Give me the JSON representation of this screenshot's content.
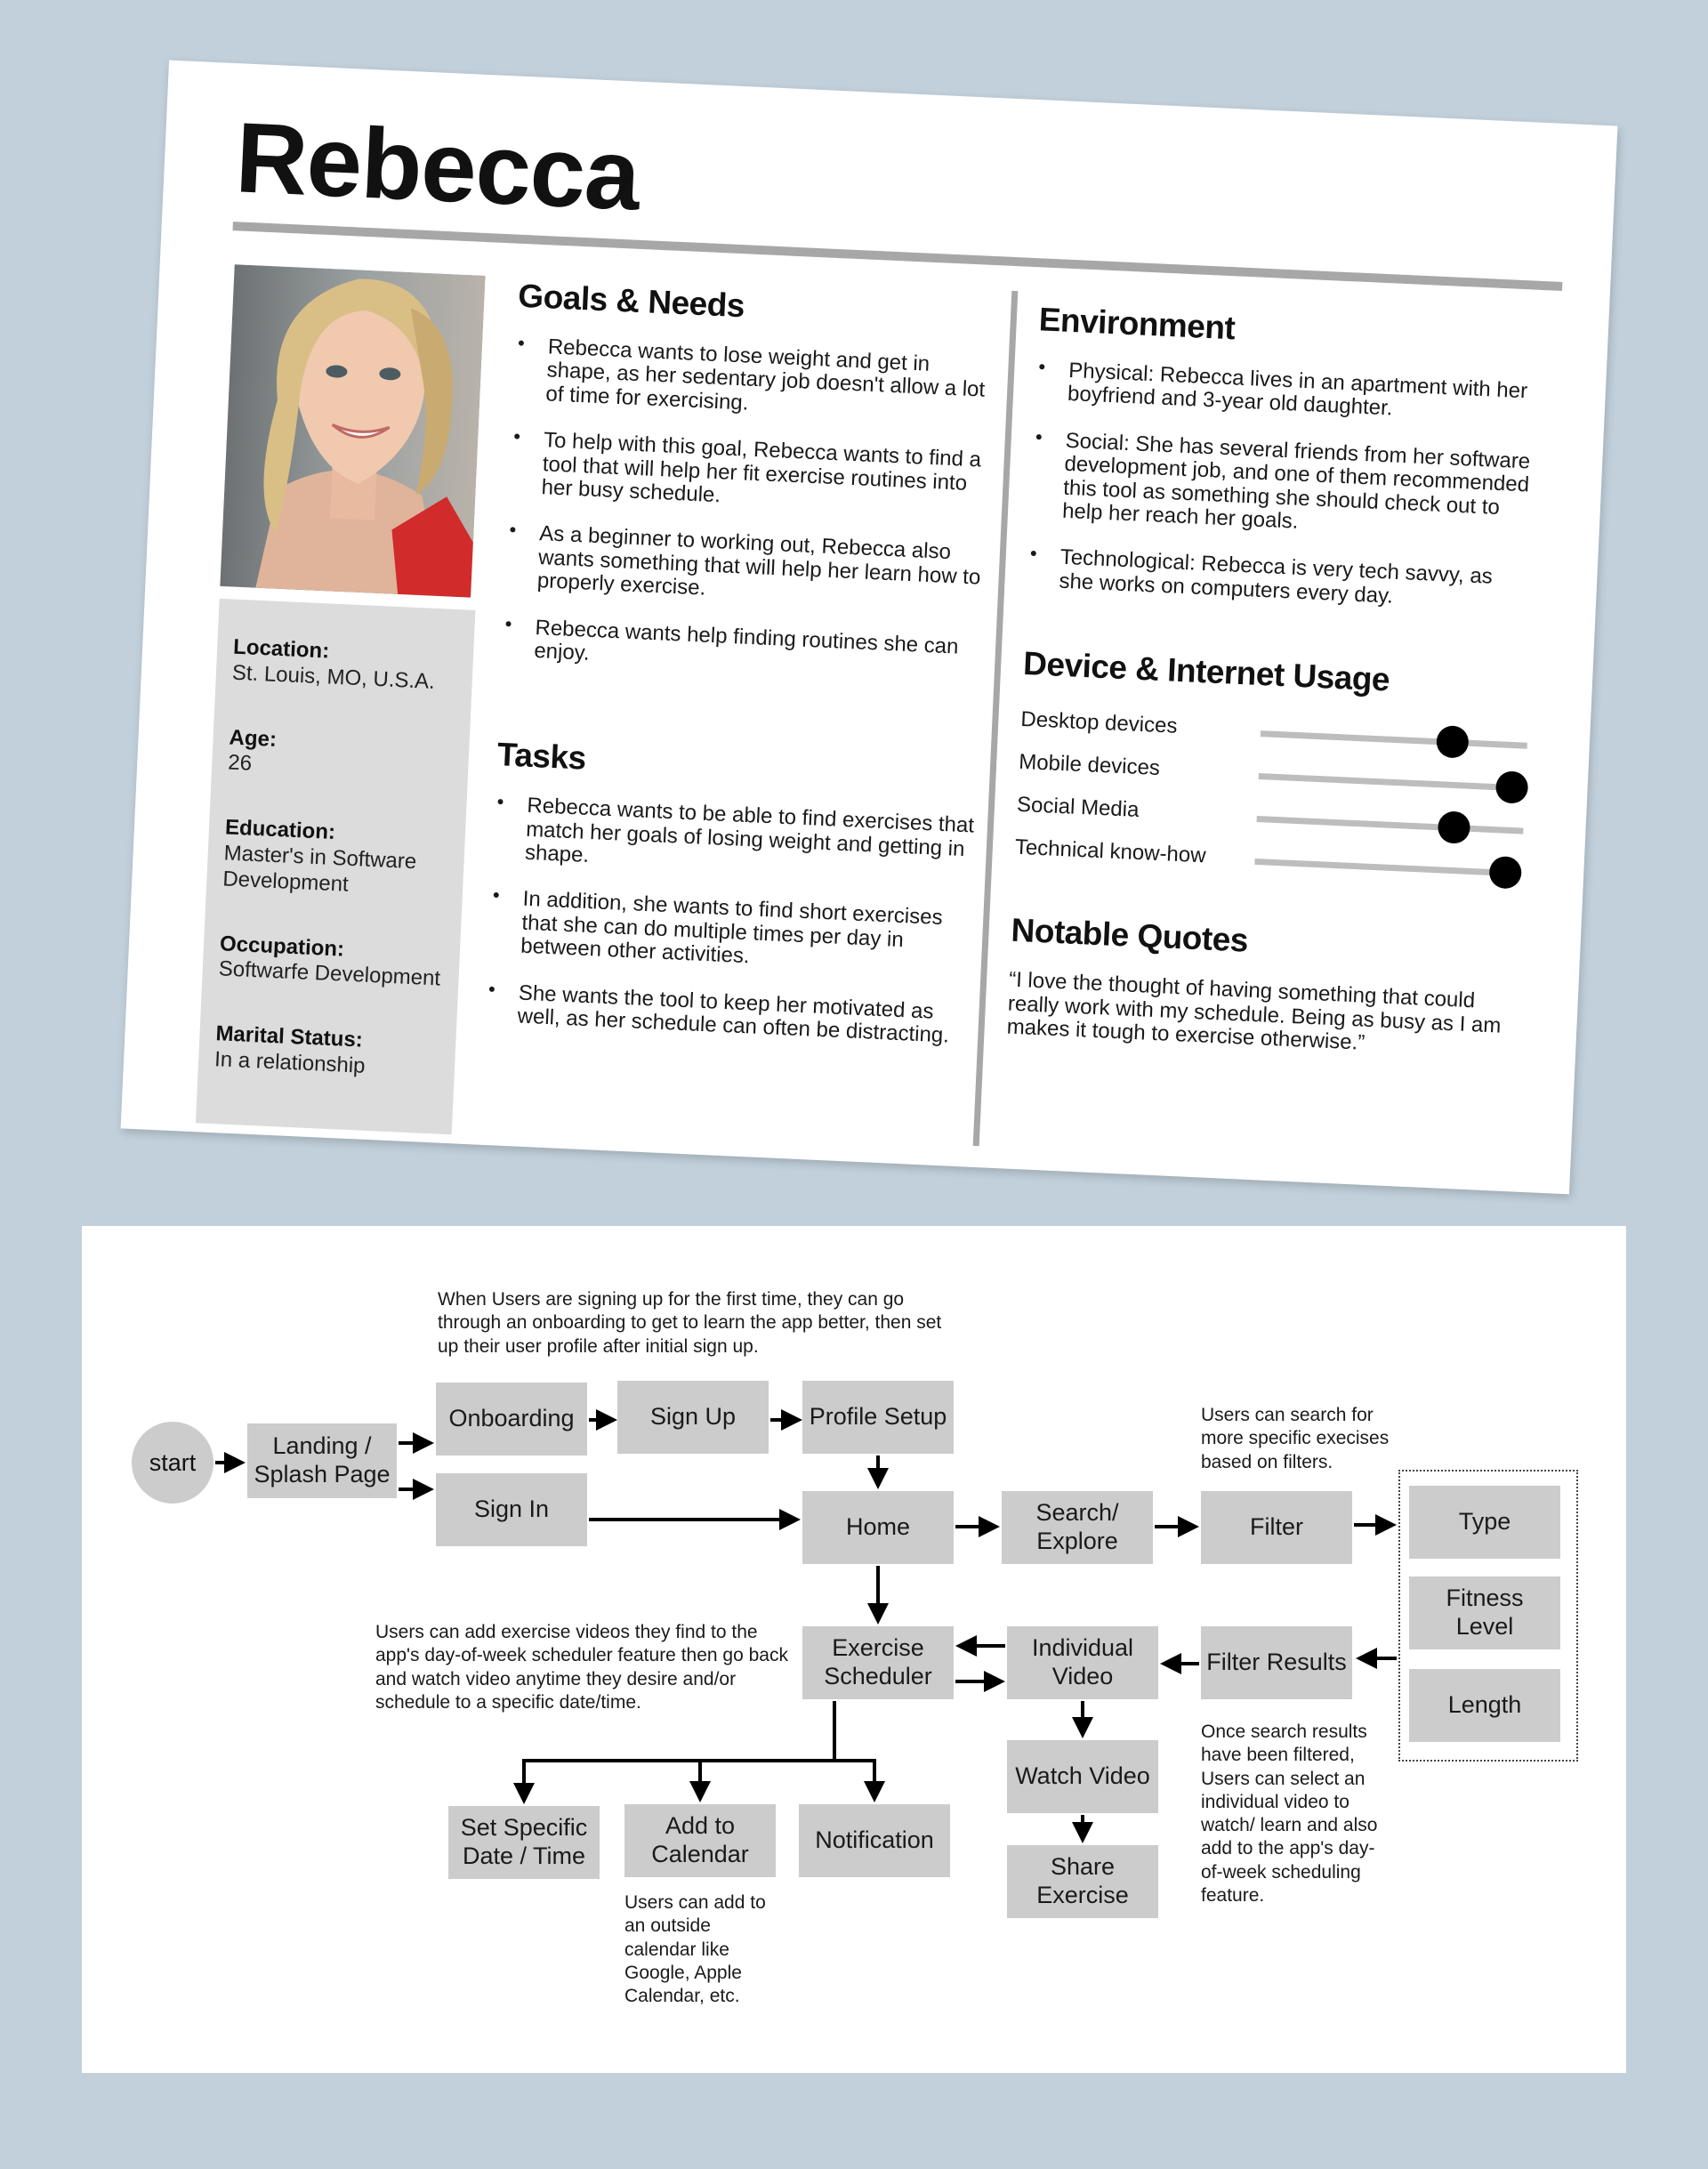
{
  "persona": {
    "name": "Rebecca",
    "info": [
      {
        "label": "Location:",
        "value": "St. Louis, MO, U.S.A."
      },
      {
        "label": "Age:",
        "value": "26"
      },
      {
        "label": "Education:",
        "value": "Master's in Software Development"
      },
      {
        "label": "Occupation:",
        "value": "Softwarfe Development"
      },
      {
        "label": "Marital Status:",
        "value": "In a relationship"
      }
    ],
    "goals": {
      "title": "Goals & Needs",
      "items": [
        "Rebecca wants to lose weight and get in shape, as her sedentary job doesn't allow a lot of time for exercising.",
        "To help with this goal, Rebecca wants to find a tool that will help her fit exercise routines into her busy schedule.",
        "As a beginner to working out, Rebecca also wants something that will help her learn how to properly exercise.",
        "Rebecca wants help finding routines she can enjoy."
      ]
    },
    "tasks": {
      "title": "Tasks",
      "items": [
        "Rebecca wants to be able to find exercises that match her goals of losing weight and getting in shape.",
        "In addition, she wants to find short exercises that she can do multiple times per day in between other activities.",
        "She wants the tool to keep her motivated as well, as her schedule can often be distracting."
      ]
    },
    "environment": {
      "title": "Environment",
      "items": [
        "Physical: Rebecca lives in an apartment with her boyfriend and 3-year old daughter.",
        "Social: She has several friends from her software development job, and one of them recommended this tool as something she should check out to help her reach her goals.",
        "Technological: Rebecca is very tech savvy, as she works on computers every day."
      ]
    },
    "device_usage": {
      "title": "Device & Internet Usage",
      "items": [
        {
          "label": "Desktop devices",
          "level": 0.72
        },
        {
          "label": "Mobile devices",
          "level": 0.95
        },
        {
          "label": "Social Media",
          "level": 0.74
        },
        {
          "label": "Technical know-how",
          "level": 0.94
        }
      ]
    },
    "quotes": {
      "title": "Notable Quotes",
      "text": "“I love the thought of having something that could really work with my schedule. Being as busy as I am makes it tough to exercise otherwise.”"
    }
  },
  "flow": {
    "nodes": {
      "start": "start",
      "landing": "Landing / Splash Page",
      "onboarding": "Onboarding",
      "signup": "Sign Up",
      "profile": "Profile Setup",
      "signin": "Sign In",
      "home": "Home",
      "search": "Search/ Explore",
      "filter": "Filter",
      "type": "Type",
      "fitness": "Fitness Level",
      "length": "Length",
      "filter_results": "Filter Results",
      "individual": "Individual Video",
      "scheduler": "Exercise Scheduler",
      "watch": "Watch Video",
      "share": "Share Exercise",
      "set_date": "Set Specific Date / Time",
      "add_cal": "Add to Calendar",
      "notification": "Notification"
    },
    "notes": {
      "onboarding": "When Users are signing up for the first time, they can go through an onboarding to get to learn the app better, then set up their user profile after initial sign up.",
      "search": "Users can search for more specific execises based on filters.",
      "scheduler": "Users can add exercise videos they find to the app's day-of-week scheduler feature then go back and watch video anytime they desire and/or schedule to a specific date/time.",
      "calendar": "Users can add to an outside calendar like Google, Apple Calendar, etc.",
      "results": "Once search results have been filtered, Users can select an individual video to watch/ learn and also add to the app's day-of-week scheduling feature."
    }
  }
}
